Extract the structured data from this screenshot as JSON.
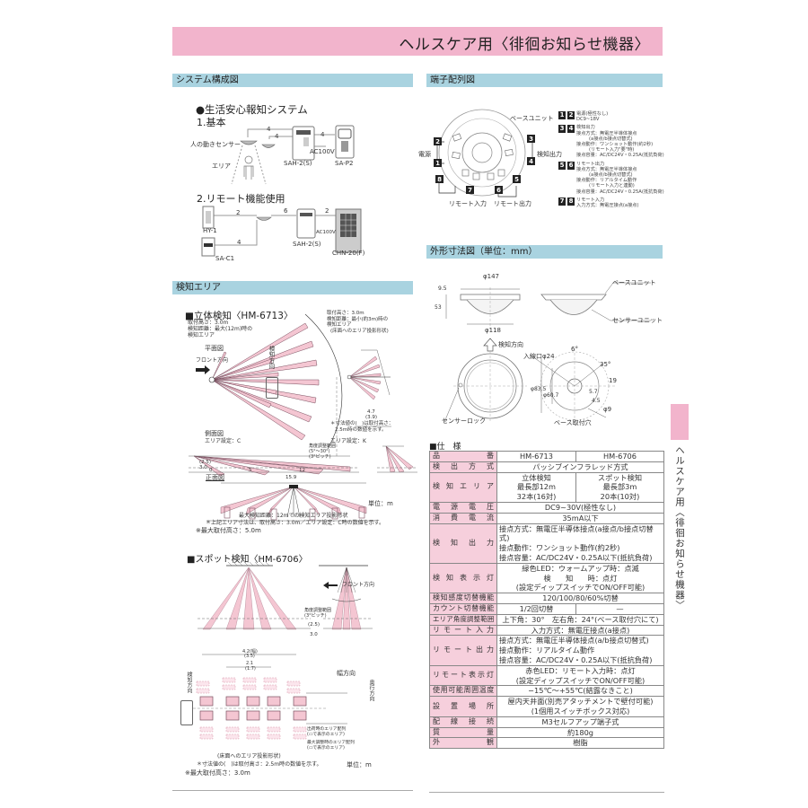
{
  "page_title": "ヘルスケア用〈徘徊お知らせ機器〉",
  "side_tab_text": "ヘルスケア用〈徘徊お知らせ機器〉",
  "sections": {
    "system": {
      "heading": "システム構成図",
      "subtitle": "●生活安心報知システム",
      "basic": {
        "title": "1.基本",
        "labels": [
          "人の動きセンサー",
          "エリア",
          "SAH-2(S)",
          "SA-P2",
          "AC100V"
        ],
        "wire_counts": [
          "4",
          "4",
          "4"
        ]
      },
      "remote": {
        "title": "2.リモート機能使用",
        "labels": [
          "HY-1",
          "SA-C1",
          "SAH-2(S)",
          "CHN-20(F)",
          "AC100V"
        ],
        "wire_counts": [
          "2",
          "6",
          "2",
          "4"
        ]
      }
    },
    "terminal": {
      "heading": "端子配列図",
      "labels": {
        "base_unit": "ベースユニット",
        "power": "電源",
        "detect_out": "検知出力",
        "remote_in": "リモート入力",
        "remote_out": "リモート出力"
      },
      "numbers": [
        "1",
        "2",
        "3",
        "4",
        "5",
        "6",
        "7",
        "8"
      ],
      "legend": [
        {
          "nums": [
            "1",
            "2"
          ],
          "lines": [
            "電源(極性なし)",
            "DC9~18V"
          ]
        },
        {
          "nums": [
            "3",
            "4"
          ],
          "lines": [
            "検知出力",
            "接点方式：無電圧半導体接点",
            "(a接点/b接点切替式)",
            "接点動作：ワンショット動作(約2秒)",
            "(リモート入力\"要\"時)",
            "接点容量：AC/DC24V・0.25A(抵抗負荷)"
          ]
        },
        {
          "nums": [
            "5",
            "6"
          ],
          "lines": [
            "リモート出力",
            "接点方式：無電圧半導体接点",
            "(a接点/b接点切替式)",
            "接点動作：リアルタイム動作",
            "(リモート入力と連動)",
            "接点容量：AC/DC24V・0.25A(抵抗負荷)"
          ]
        },
        {
          "nums": [
            "7",
            "8"
          ],
          "lines": [
            "リモート入力",
            "入力方式：無電圧接点(a接点)"
          ]
        }
      ]
    },
    "dimensions": {
      "heading": "外形寸法図（単位：mm）",
      "labels": {
        "d147": "φ147",
        "d118": "φ118",
        "h9_5": "9.5",
        "h53": "53",
        "base_unit": "ベースユニット",
        "sensor_unit": "センサーユニット",
        "detect_dir": "検知方向",
        "entry": "入線口φ24",
        "deg6": "6°",
        "deg35": "35°",
        "r19": "19",
        "d83_5": "φ83.5",
        "d60_7": "φ60.7",
        "r57": "5.7",
        "r4_5": "4.5",
        "d9": "φ9",
        "sensor_lock": "センサーロック",
        "base_holes": "ベース取付穴"
      }
    },
    "detection": {
      "heading": "検知エリア",
      "volume": {
        "title": "■立体検知〈HM-6713〉",
        "notes": [
          "取付高さ：3.0m",
          "検知距離：最大(12m)時の",
          "検知エリア"
        ],
        "plan_label": "平面図",
        "front_dir": "フロント方向",
        "detect_dir": "検知方向",
        "right_notes": [
          "取付高さ：3.0m",
          "検知距離：最小(約3m)時の",
          "検知エリア",
          "(床面へのエリア投影形状)"
        ],
        "right_dims": [
          "4.7",
          "(3.9)"
        ],
        "right_footnote": [
          "＊寸法値の(　)は取付高さ：",
          "2.5m時の数値を示す。"
        ],
        "side_label": "側面図",
        "area_c": "エリア設定：C",
        "area_k": "エリア設定：K",
        "angle_note": [
          "角度調整範囲",
          "(5°〜30°)",
          "(3°ピッチ)"
        ],
        "side_axis": [
          "(2.5)",
          "3.0",
          "0",
          "5",
          "12"
        ],
        "front_label": "正面図",
        "front_width": "15.9",
        "unit": "単位：m",
        "caption": "最大検知距離：12mでの検知エリア投影形状",
        "footnote": "＊上記エリア寸法は、取付高さ：3.0m／エリア設定：C時の数値を示す。",
        "max_height": "※最大取付高さ：5.0m"
      },
      "spot": {
        "title": "■スポット検知〈HM-6706〉",
        "front_dir": "フロント方向",
        "angle_note": [
          "角度調整範囲",
          "(3°ピッチ)"
        ],
        "heights": [
          "(2.5)",
          "3.0"
        ],
        "dims": [
          "4.2(幅)",
          "(3.5)",
          "2.1",
          "(1.7)"
        ],
        "width_dir": "幅方向",
        "depth_dir": "奥行方向",
        "detect_dir": "検知方向",
        "legend": [
          "出荷時のエリア配列",
          "(▭で表示のエリア)",
          "最大調整時のエリア配列",
          "(▭で表示のエリア)"
        ],
        "projection": "(床面へのエリア投影形状)",
        "footnote": "＊寸法値の(　)は取付高さ：2.5m時の数値を示す。",
        "unit": "単位：m",
        "max_height": "※最大取付高さ：3.0m"
      }
    }
  },
  "spec": {
    "title": "■仕　様",
    "rows": [
      {
        "label": "品番",
        "cells": [
          "HM-6713",
          "HM-6706"
        ]
      },
      {
        "label": "検出方式",
        "span": "パッシブインフラレッド方式"
      },
      {
        "label": "検知エリア",
        "cells": [
          "立体検知\n最長部12m\n32本(16対)",
          "スポット検知\n最長部3m\n20本(10対)"
        ]
      },
      {
        "label": "電源電圧",
        "span": "DC9~30V(極性なし)"
      },
      {
        "label": "消費電流",
        "span": "35mA以下"
      },
      {
        "label": "検知出力",
        "lines": [
          "接点方式：無電圧半導体接点(a接点/b接点切替式)",
          "接点動作：ワンショット動作(約2秒)",
          "接点容量：AC/DC24V・0.25A以下(抵抗負荷)"
        ]
      },
      {
        "label": "検知表示灯",
        "lines": [
          "緑色LED：ウォームアップ時：点滅",
          "検　　知　　時：点灯",
          "(設定ディップスイッチでON/OFF可能)"
        ]
      },
      {
        "label": "検知感度切替機能",
        "span": "120/100/80/60%切替"
      },
      {
        "label": "カウント切替機能",
        "cells": [
          "1/2回切替",
          "—"
        ]
      },
      {
        "label": "エリア角度調整範囲",
        "span": "上下角：30°　左右角：24°(ベース取付穴にて)"
      },
      {
        "label": "リモート入力",
        "span": "入力方式：無電圧接点(a接点)"
      },
      {
        "label": "リモート出力",
        "lines": [
          "接点方式：無電圧半導体接点(a/b接点切替式)",
          "接点動作：リアルタイム動作",
          "接点容量：AC/DC24V・0.25A以下(抵抗負荷)"
        ]
      },
      {
        "label": "リモート表示灯",
        "lines": [
          "赤色LED：リモート入力時：点灯",
          "(設定ディップスイッチでON/OFF可能)"
        ]
      },
      {
        "label": "使用可能周囲温度",
        "span": "−15℃〜+55℃(結露なきこと)"
      },
      {
        "label": "設置場所",
        "lines": [
          "屋内天井面(別売アタッチメントで壁付可能)",
          "(1個用スイッチボックス対応)"
        ]
      },
      {
        "label": "配線接続",
        "span": "M3セルフアップ端子式"
      },
      {
        "label": "質量",
        "span": "約180g"
      },
      {
        "label": "外観",
        "span": "樹脂"
      }
    ]
  },
  "colors": {
    "title_pink": "#f2b4cc",
    "section_blue": "#a9d3e0",
    "label_pink": "#f6cfdc",
    "beam_pink": "#f4c6d2"
  }
}
